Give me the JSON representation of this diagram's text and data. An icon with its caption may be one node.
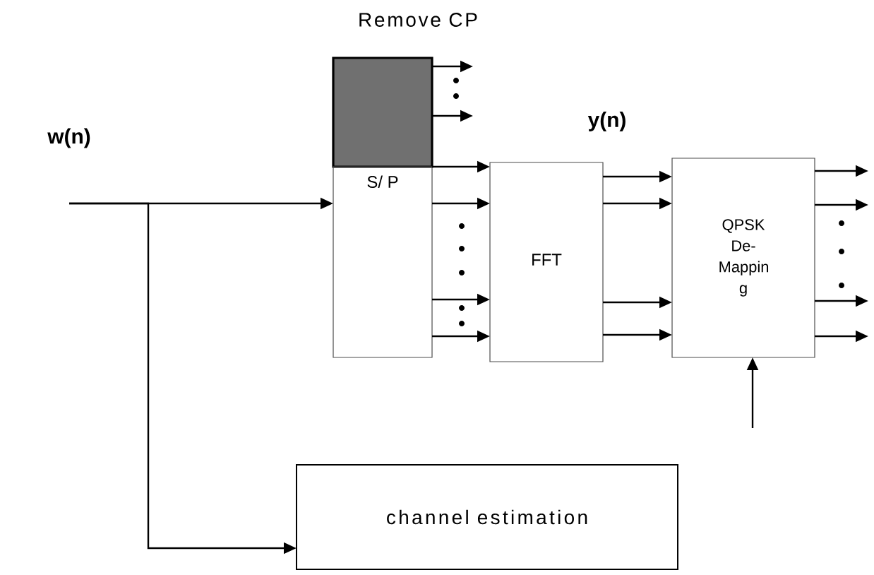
{
  "diagram": {
    "nodes": [
      {
        "text": [
          "w(n)"
        ]
      },
      {
        "text": [],
        "shape": "box"
      },
      {
        "text": [
          "S/ P"
        ]
      },
      {
        "text": [
          "FFT"
        ]
      },
      {
        "text": [
          "QPSK De- Mappin g"
        ]
      },
      {
        "text": [
          "channel estimation"
        ]
      }
    ],
    "edges": [
      {
        "from": 0,
        "to": 2,
        "arrow": "to"
      },
      {
        "from": 0,
        "to": 5,
        "arrow": "to"
      },
      {
        "from": 1,
        "to": null,
        "arrow": "to"
      },
      {
        "from": 1,
        "to": null,
        "arrow": "to"
      },
      {
        "from": 2,
        "to": 3,
        "arrow": "to"
      },
      {
        "from": 2,
        "to": 3,
        "arrow": "to"
      },
      {
        "from": 2,
        "to": 3,
        "arrow": "to"
      },
      {
        "from": 2,
        "to": 3,
        "arrow": "to"
      },
      {
        "from": 3,
        "to": 4,
        "arrow": "to"
      },
      {
        "from": 3,
        "to": 4,
        "arrow": "to"
      },
      {
        "from": 3,
        "to": 4,
        "arrow": "to"
      },
      {
        "from": 3,
        "to": 4,
        "arrow": "to"
      },
      {
        "from": 4,
        "to": null,
        "arrow": "to"
      },
      {
        "from": 4,
        "to": null,
        "arrow": "to"
      },
      {
        "from": 4,
        "to": null,
        "arrow": "to"
      },
      {
        "from": 4,
        "to": null,
        "arrow": "to"
      },
      {
        "from": null,
        "to": 4,
        "arrow": "to"
      }
    ],
    "labels": [
      "Remove CP",
      "y(n)"
    ]
  }
}
